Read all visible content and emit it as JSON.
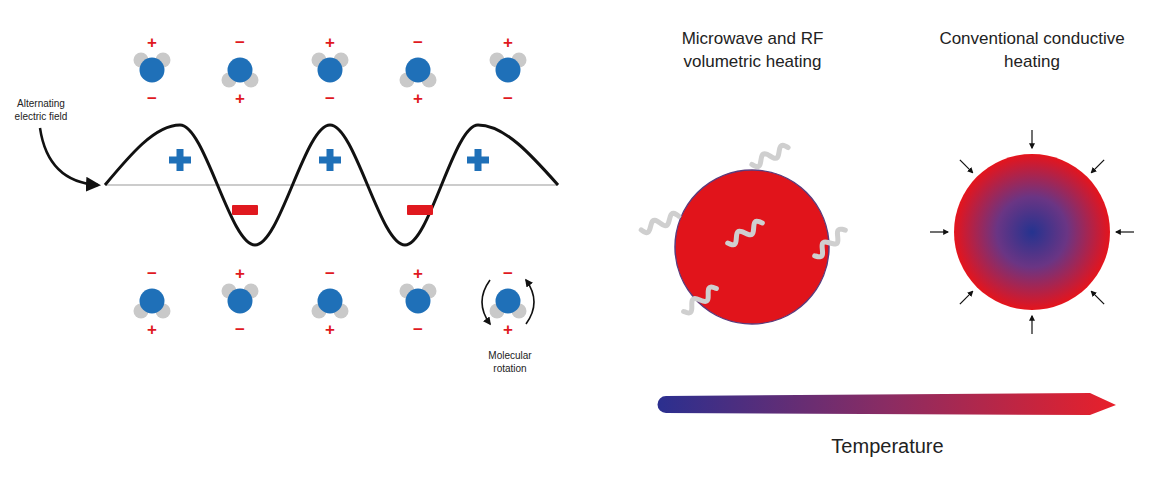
{
  "diagram": {
    "nodes": [
      {
        "text": [
          "Microwave and RF volumetric heating"
        ]
      },
      {
        "text": [
          "Conventional conductive heating"
        ]
      },
      {
        "text": [
          "Temperature"
        ]
      }
    ],
    "labels": [
      "+",
      "−",
      "−",
      "+",
      "+",
      "−",
      "−",
      "+",
      "+",
      "−",
      "Alternating electric field",
      "−",
      "+",
      "+",
      "−",
      "−",
      "+",
      "+",
      "−",
      "−",
      "+",
      "Molecular rotation"
    ]
  }
}
